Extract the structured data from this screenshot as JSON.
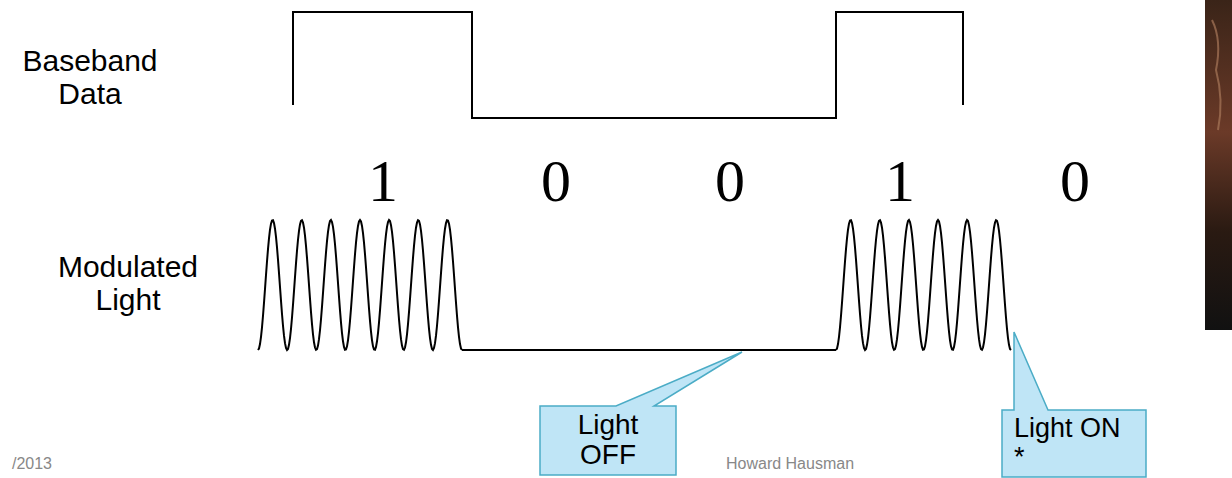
{
  "diagram": {
    "nodes": [
      {
        "text": [
          "Light OFF"
        ]
      },
      {
        "text": [
          "Light ON *"
        ]
      }
    ],
    "labels": [
      "Baseband Data",
      "1",
      "0",
      "0",
      "1",
      "0",
      "Modulated Light",
      "/2013",
      "Howard Hausman"
    ]
  }
}
